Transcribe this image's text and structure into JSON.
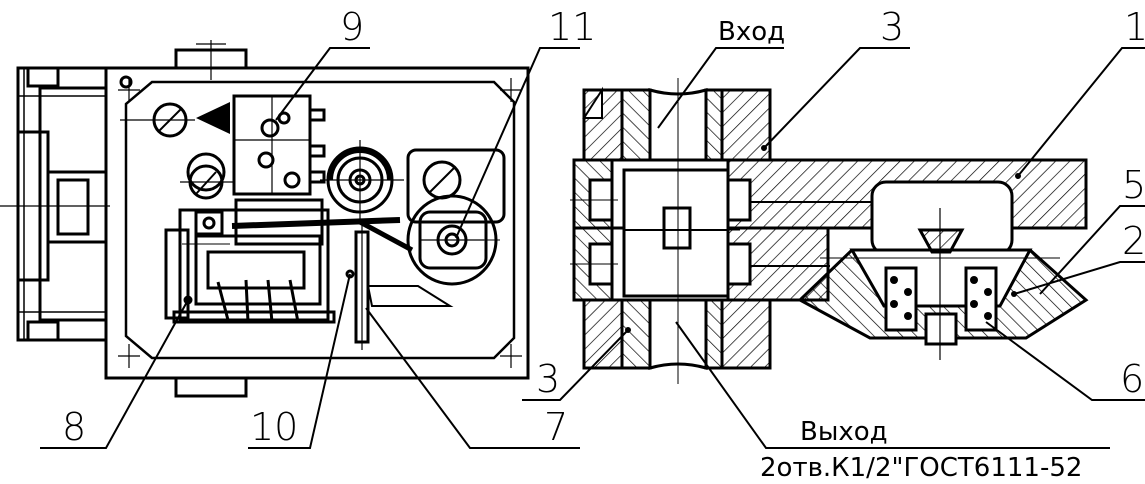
{
  "drawing": {
    "inlet_label": "Вход",
    "outlet_label": "Выход",
    "thread_note": "2отв.К1/2\"ГОСТ6111-52",
    "callouts": {
      "c1": "1",
      "c2": "2",
      "c3_top": "3",
      "c3_bottom": "3",
      "c5": "5",
      "c6": "6",
      "c7": "7",
      "c8": "8",
      "c9": "9",
      "c10": "10",
      "c11": "11"
    }
  }
}
